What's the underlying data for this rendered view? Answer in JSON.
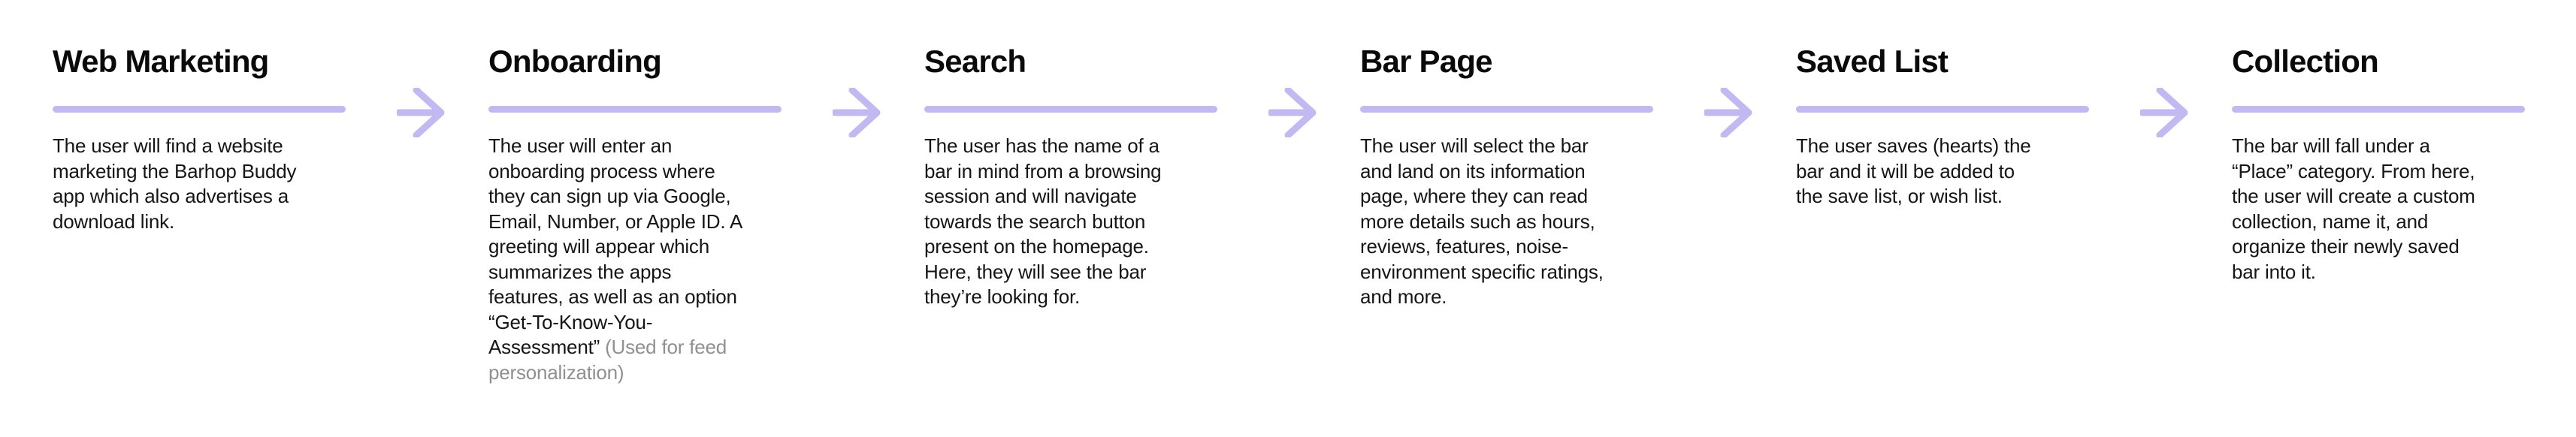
{
  "theme": {
    "accent_color": "#C2B8F2",
    "background": "#FFFFFF",
    "title_color": "#0A0A0A",
    "body_color": "#151515",
    "note_color": "#8F8F94"
  },
  "flow": {
    "stages": [
      {
        "id": "web-marketing",
        "title": "Web Marketing",
        "body": "The user will find a website\nmarketing the Barhop Buddy\napp which also advertises a\ndownload link.",
        "note": ""
      },
      {
        "id": "onboarding",
        "title": "Onboarding",
        "body": "The user will enter an\nonboarding process where\nthey can sign up via Google,\nEmail, Number, or Apple ID. A\ngreeting will appear which\nsummarizes the apps\nfeatures, as well as an option\n“Get-To-Know-You-\nAssessment”",
        "note": " (Used for feed\npersonalization)"
      },
      {
        "id": "search",
        "title": "Search",
        "body": "The user has the name of a\nbar in mind from a browsing\nsession and will navigate\ntowards the search button\npresent on the homepage.\nHere, they will see the bar\nthey’re looking for.",
        "note": ""
      },
      {
        "id": "bar-page",
        "title": "Bar Page",
        "body": "The user will select the bar\nand land on its information\npage, where they can read\nmore details such as hours,\nreviews, features, noise-\nenvironment specific ratings,\nand more.",
        "note": ""
      },
      {
        "id": "saved-list",
        "title": "Saved List",
        "body": "The user saves (hearts) the\nbar and it will be added to\nthe save list, or wish list.",
        "note": ""
      },
      {
        "id": "collection",
        "title": "Collection",
        "body": "The bar will fall under a\n“Place” category. From here,\nthe user will create a custom\ncollection, name it, and\norganize their newly saved\nbar into it.",
        "note": ""
      }
    ]
  }
}
